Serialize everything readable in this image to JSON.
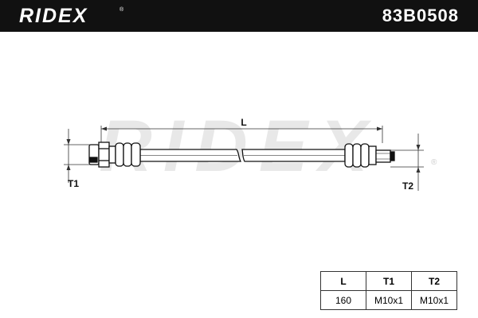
{
  "header": {
    "brand": "RIDEX",
    "registered_mark": "®",
    "part_number": "83B0508",
    "background": "#111111",
    "text_color": "#ffffff"
  },
  "watermark": {
    "text": "RIDEX",
    "registered_mark": "®",
    "color": "#e6e6e6"
  },
  "dimensions": {
    "length_label": "L",
    "thread1_label": "T1",
    "thread2_label": "T2"
  },
  "spec_table": {
    "headers": [
      "L",
      "T1",
      "T2"
    ],
    "values": [
      "160",
      "M10x1",
      "M10x1"
    ]
  }
}
